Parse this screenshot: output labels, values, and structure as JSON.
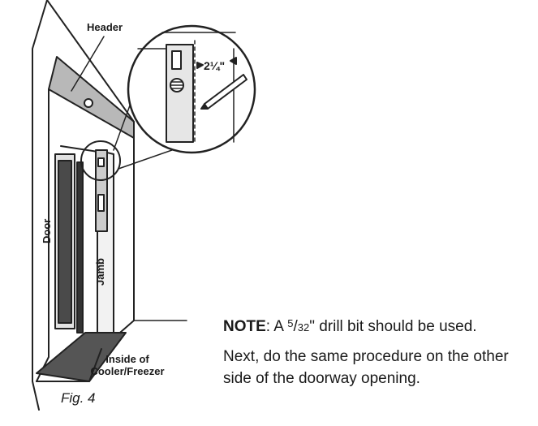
{
  "labels": {
    "header": "Header",
    "door": "Door",
    "jamb": "Jamb",
    "inside_line1": "Inside of",
    "inside_line2": "Cooler/Freezer",
    "dimension": "2¼\""
  },
  "caption": "Fig. 4",
  "note": {
    "bold": "NOTE",
    "prefix": ": A ",
    "numerator": "5",
    "slash": "/",
    "denominator": "32",
    "suffix": "\" drill bit should be used."
  },
  "next_text": "Next, do the same procedure on the other side of the doorway opening."
}
